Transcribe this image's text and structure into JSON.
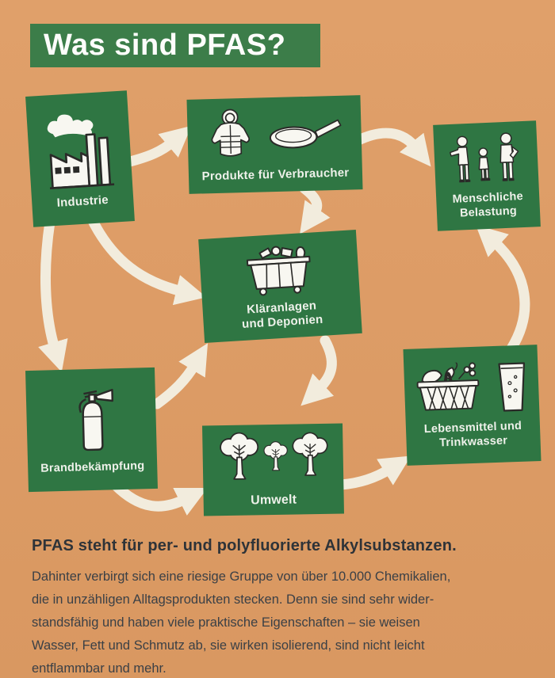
{
  "title": {
    "text": "Was sind PFAS?"
  },
  "nodes": {
    "industrie": {
      "label": "Industrie"
    },
    "produkte": {
      "label": "Produkte für Verbraucher"
    },
    "menschliche": {
      "label_line1": "Menschliche",
      "label_line2": "Belastung"
    },
    "klaeranlagen": {
      "label_line1": "Kläranlagen",
      "label_line2": "und Deponien"
    },
    "brand": {
      "label": "Brandbekämpfung"
    },
    "umwelt": {
      "label": "Umwelt"
    },
    "lebensmittel": {
      "label_line1": "Lebensmittel und",
      "label_line2": "Trinkwasser"
    }
  },
  "flows": [
    {
      "from": "Industrie",
      "to": "Produkte für Verbraucher"
    },
    {
      "from": "Produkte für Verbraucher",
      "to": "Menschliche Belastung"
    },
    {
      "from": "Produkte für Verbraucher",
      "to": "Kläranlagen und Deponien"
    },
    {
      "from": "Industrie",
      "to": "Brandbekämpfung"
    },
    {
      "from": "Industrie",
      "to": "Kläranlagen und Deponien"
    },
    {
      "from": "Brandbekämpfung",
      "to": "Kläranlagen und Deponien"
    },
    {
      "from": "Kläranlagen und Deponien",
      "to": "Umwelt"
    },
    {
      "from": "Brandbekämpfung",
      "to": "Umwelt"
    },
    {
      "from": "Umwelt",
      "to": "Lebensmittel und Trinkwasser"
    },
    {
      "from": "Lebensmittel und Trinkwasser",
      "to": "Menschliche Belastung"
    }
  ],
  "footer": {
    "heading": "PFAS steht für per- und polyfluorierte Alkylsubstanzen.",
    "lines": [
      "Dahinter verbirgt sich eine riesige Gruppe von über 10.000 Chemikalien,",
      "die in unzähligen Alltagsprodukten stecken. Denn sie sind sehr wider-",
      "standsfähig und haben viele praktische Eigenschaften – sie weisen",
      "Wasser, Fett und Schmutz ab, sie wirken isolierend, sind nicht leicht",
      "entflammbar und mehr."
    ]
  },
  "colors": {
    "background": "#dd9c66",
    "node_green": "#2f7643",
    "banner_green": "#3c7d49",
    "arrow_cream": "#f2ecdd",
    "label_white": "#eef1ea",
    "text_dark": "#3b4046"
  }
}
